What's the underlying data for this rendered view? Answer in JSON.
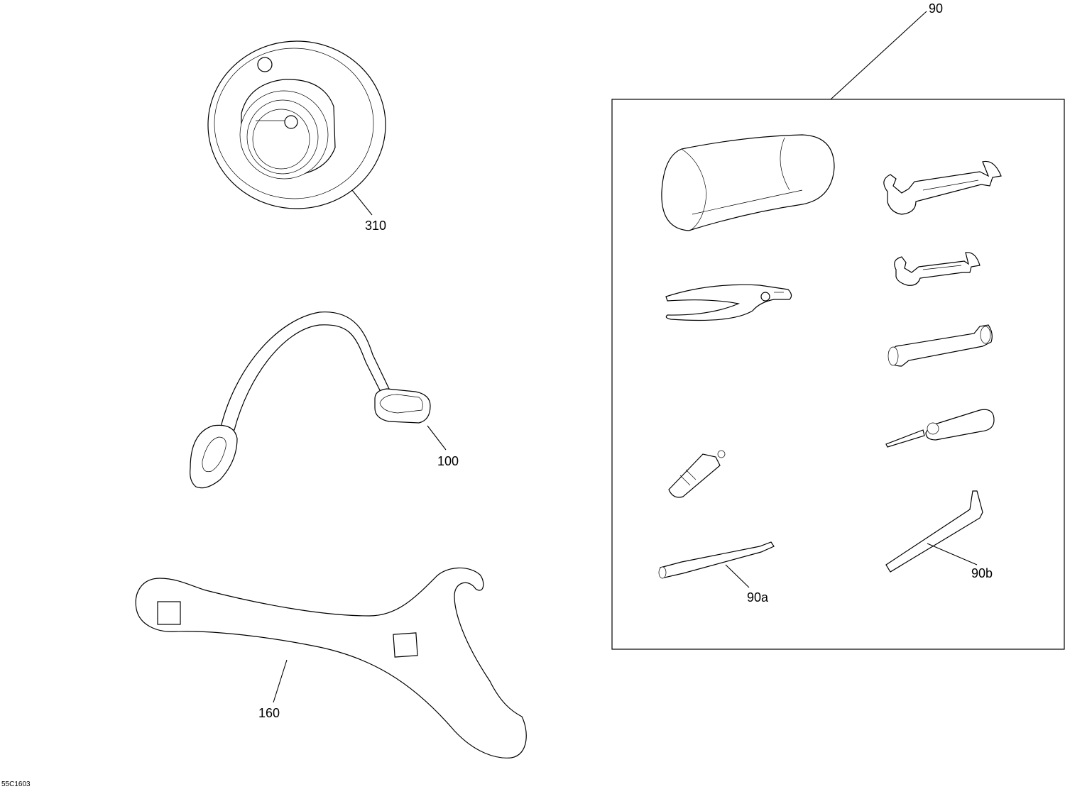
{
  "callouts": {
    "kit": "90",
    "wheel": "310",
    "strap": "100",
    "spanner": "160",
    "extension": "90a",
    "hex_key": "90b"
  },
  "drawing_code": "55C1603"
}
